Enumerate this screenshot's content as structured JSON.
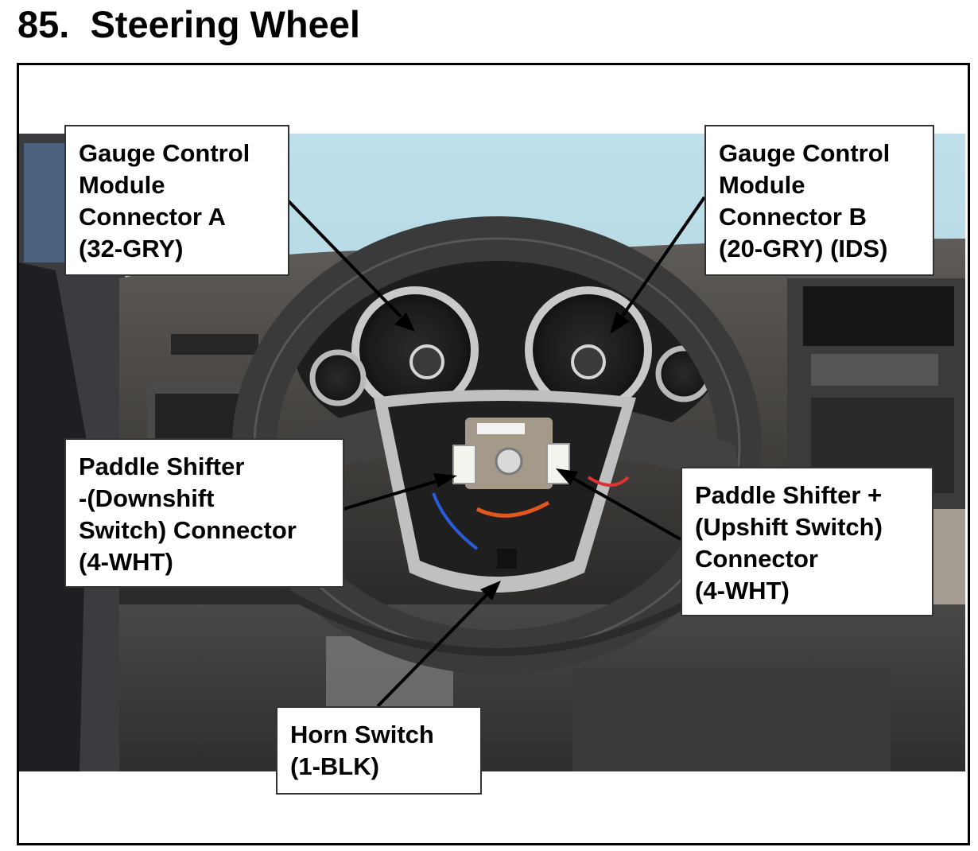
{
  "document": {
    "title": "85.  Steering Wheel"
  },
  "callouts": {
    "gcm_a": [
      "Gauge Control",
      "Module",
      "Connector A",
      "(32-GRY)"
    ],
    "gcm_b": [
      "Gauge Control",
      "Module",
      "Connector B",
      "(20-GRY) (IDS)"
    ],
    "paddle_down": [
      "Paddle Shifter",
      "-(Downshift",
      "Switch) Connector",
      "(4-WHT)"
    ],
    "paddle_up": [
      "Paddle Shifter +",
      "(Upshift Switch)",
      "Connector",
      "(4-WHT)"
    ],
    "horn": [
      "Horn Switch",
      "(1-BLK)"
    ]
  }
}
